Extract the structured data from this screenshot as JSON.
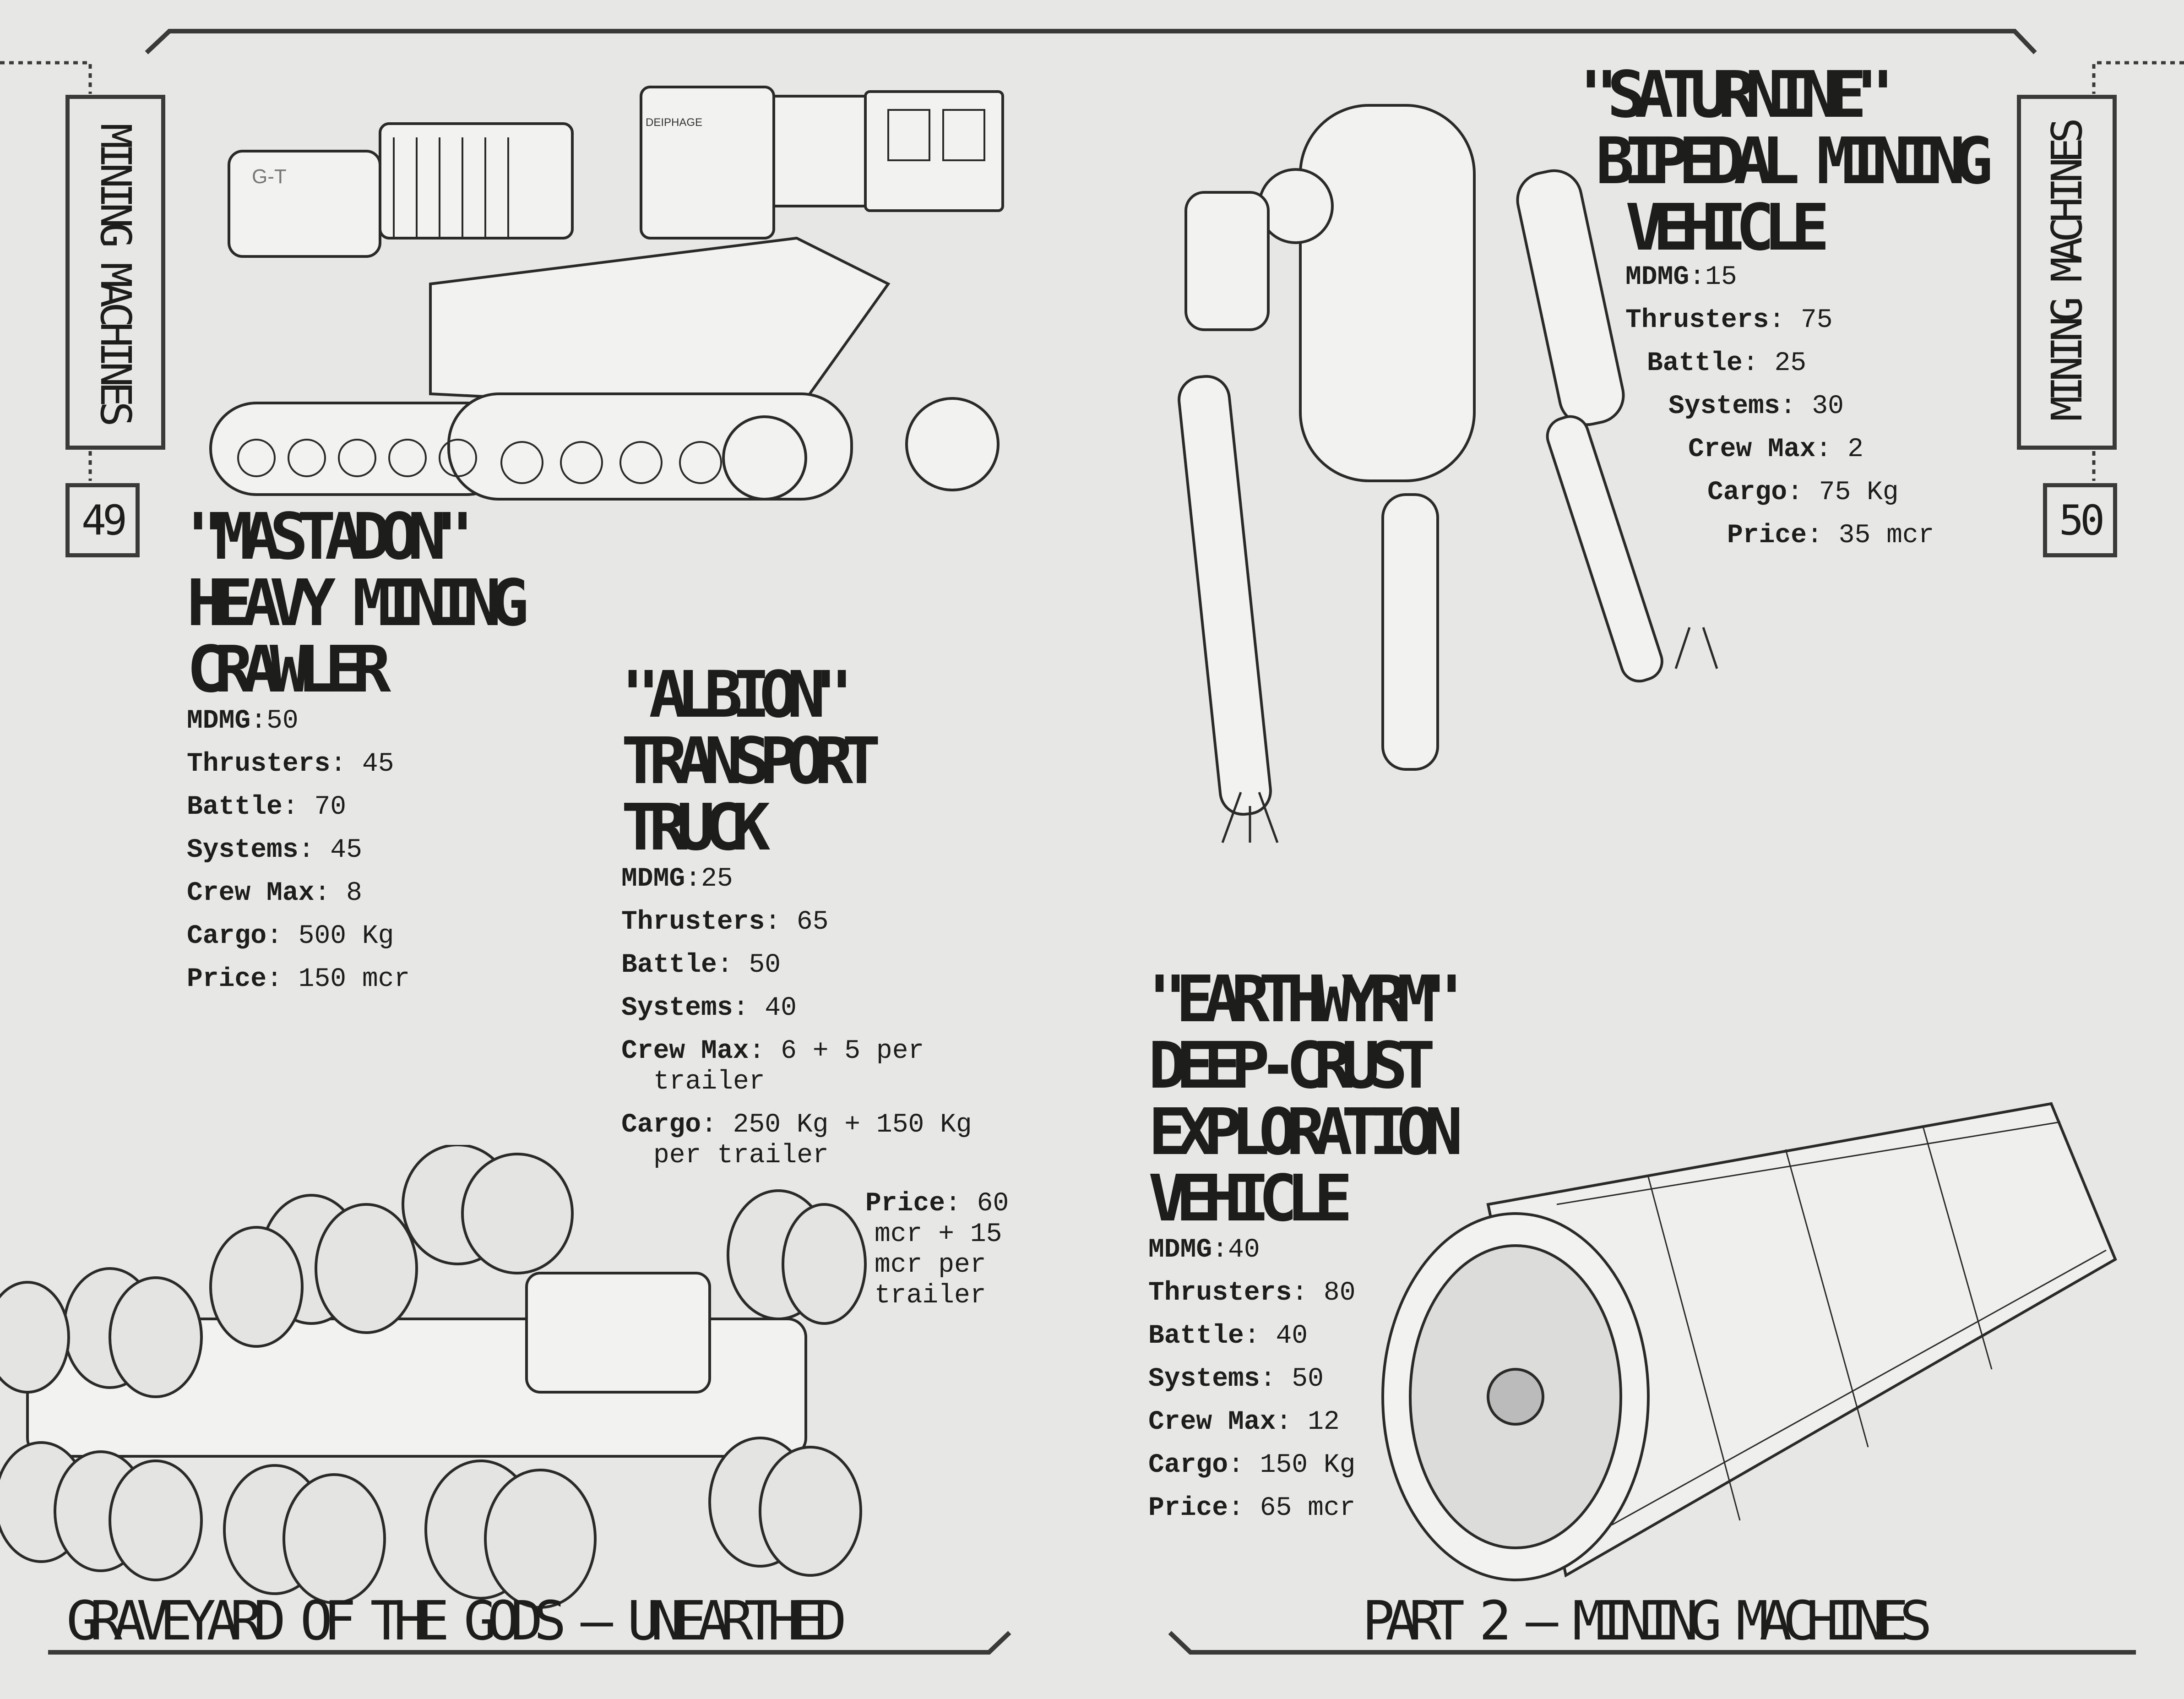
{
  "side_tabs": {
    "left_label": "MINING MACHINES",
    "right_label": "MINING MACHINES"
  },
  "page_numbers": {
    "left": "49",
    "right": "50"
  },
  "footer": {
    "left": "GRAVEYARD OF THE GODS – UNEARTHED",
    "right": "PART 2 – MINING MACHINES"
  },
  "vehicles": {
    "mastadon": {
      "title_lines": [
        "\"MASTADON\"",
        "HEAVY MINING",
        "CRAWLER"
      ],
      "illustration_text": [
        "G-T",
        "DEIPHAGE"
      ],
      "stats": [
        {
          "label": "MDMG",
          "sep": ":",
          "value": "50"
        },
        {
          "label": "Thrusters",
          "sep": ": ",
          "value": "45"
        },
        {
          "label": "Battle",
          "sep": ": ",
          "value": "70"
        },
        {
          "label": "Systems",
          "sep": ": ",
          "value": "45"
        },
        {
          "label": "Crew Max",
          "sep": ": ",
          "value": "8"
        },
        {
          "label": "Cargo",
          "sep": ": ",
          "value": "500 Kg"
        },
        {
          "label": "Price",
          "sep": ": ",
          "value": "150 mcr"
        }
      ]
    },
    "albion": {
      "title_lines": [
        "\"ALBION\"",
        "TRANSPORT",
        "TRUCK"
      ],
      "stats": [
        {
          "label": "MDMG",
          "sep": ":",
          "value": "25"
        },
        {
          "label": "Thrusters",
          "sep": ": ",
          "value": "65"
        },
        {
          "label": "Battle",
          "sep": ": ",
          "value": "50"
        },
        {
          "label": "Systems",
          "sep": ": ",
          "value": "40"
        },
        {
          "label": "Crew Max",
          "sep": ": ",
          "value": "6 + 5 per",
          "cont": "trailer"
        },
        {
          "label": "Cargo",
          "sep": ": ",
          "value": "250 Kg + 150 Kg",
          "cont": "per trailer"
        }
      ],
      "price": {
        "label": "Price",
        "sep": ": ",
        "lines": [
          "60",
          "mcr + 15",
          "mcr per",
          "trailer"
        ]
      }
    },
    "saturnine": {
      "title_lines": [
        "\"SATURNINE\"",
        "BIPEDAL MINING",
        "VEHICLE"
      ],
      "stats": [
        {
          "label": "MDMG",
          "sep": ":",
          "value": "15"
        },
        {
          "label": "Thrusters",
          "sep": ": ",
          "value": "75"
        },
        {
          "label": "Battle",
          "sep": ": ",
          "value": "25"
        },
        {
          "label": "Systems",
          "sep": ": ",
          "value": "30"
        },
        {
          "label": "Crew Max",
          "sep": ": ",
          "value": "2"
        },
        {
          "label": "Cargo",
          "sep": ": ",
          "value": "75 Kg"
        },
        {
          "label": "Price",
          "sep": ": ",
          "value": "35 mcr"
        }
      ]
    },
    "earthwyrm": {
      "title_lines": [
        "\"EARTHWYRM\"",
        "DEEP-CRUST",
        "EXPLORATION",
        "VEHICLE"
      ],
      "stats": [
        {
          "label": "MDMG",
          "sep": ":",
          "value": "40"
        },
        {
          "label": "Thrusters",
          "sep": ": ",
          "value": "80"
        },
        {
          "label": "Battle",
          "sep": ": ",
          "value": "40"
        },
        {
          "label": "Systems",
          "sep": ": ",
          "value": "50"
        },
        {
          "label": "Crew Max",
          "sep": ": ",
          "value": "12"
        },
        {
          "label": "Cargo",
          "sep": ": ",
          "value": "150 Kg"
        },
        {
          "label": "Price",
          "sep": ": ",
          "value": "65 mcr"
        }
      ]
    }
  }
}
